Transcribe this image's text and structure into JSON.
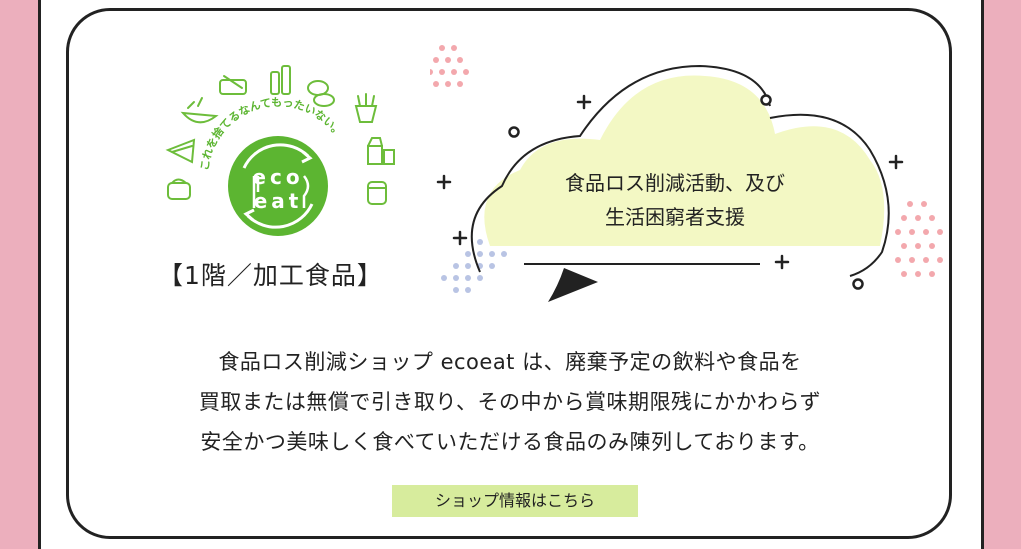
{
  "logo": {
    "arc_text": "これを捨てるなんてもったいない。",
    "word_top": "eco",
    "word_bottom": "eat",
    "green": "#5cb531",
    "line_green": "#6dbd3b"
  },
  "card": {
    "floor_label": "【1階／加工食品】",
    "bubble_lines": [
      "食品ロス削減活動、及び",
      "生活困窮者支援"
    ],
    "description_lines": [
      "食品ロス削減ショップ ecoeat は、廃棄予定の飲料や食品を",
      "買取または無償で引き取り、その中から賞味期限残にかかわらず",
      "安全かつ美味しく食べていただける食品のみ陳列しております。"
    ],
    "shop_link": "ショップ情報はこちら"
  },
  "colors": {
    "background_pink": "#ecafbd",
    "bubble_fill": "#f3f8c4",
    "link_bg": "#d7ec9d",
    "dot_pink": "#f3a8ad",
    "dot_blue": "#b9c4e4",
    "border": "#222222"
  }
}
